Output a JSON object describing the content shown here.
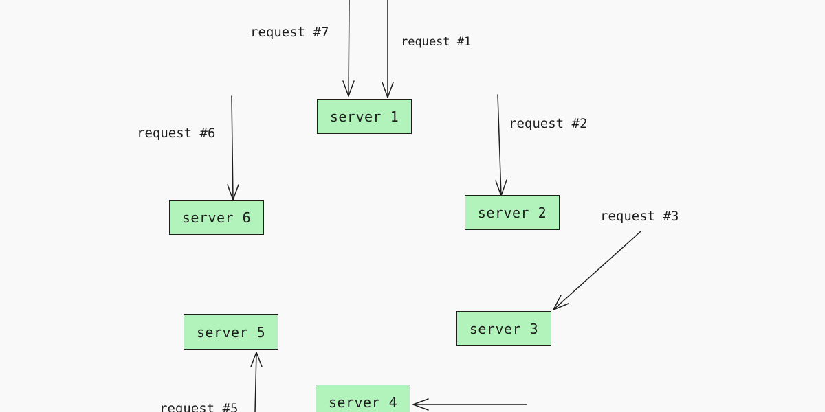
{
  "servers": [
    {
      "label": "server 1"
    },
    {
      "label": "server 2"
    },
    {
      "label": "server 3"
    },
    {
      "label": "server 4"
    },
    {
      "label": "server 5"
    },
    {
      "label": "server 6"
    }
  ],
  "requests": [
    {
      "label": "request #1"
    },
    {
      "label": "request #2"
    },
    {
      "label": "request #3"
    },
    {
      "label": "request #5"
    },
    {
      "label": "request #6"
    },
    {
      "label": "request #7"
    }
  ],
  "colors": {
    "background": "#f9f9f9",
    "server_fill": "#b2f2bb",
    "stroke": "#1e1e1e"
  }
}
